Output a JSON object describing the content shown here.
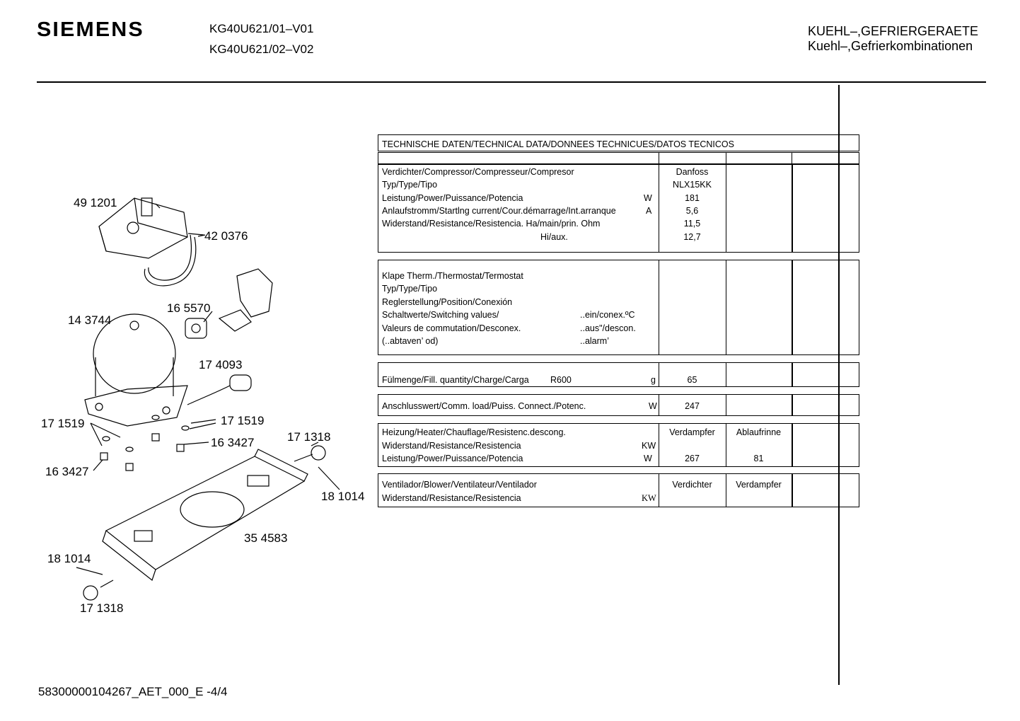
{
  "header": {
    "brand": "SIEMENS",
    "models": [
      "KG40U621/01–V01",
      "KG40U621/02–V02"
    ],
    "category_upper": "KUEHL–,GEFRIERGERAETE",
    "category_lower": "Kuehl–,Gefrierkombinationen"
  },
  "parts": {
    "p491201": "49 1201",
    "p420376": "42 0376",
    "p165570": "16 5570",
    "p143744": "14 3744",
    "p174093": "17 4093",
    "p171519a": "17 1519",
    "p171519b": "17 1519",
    "p163427a": "16 3427",
    "p163427b": "16 3427",
    "p171318a": "17 1318",
    "p181014a": "18 1014",
    "p354583": "35 4583",
    "p181014b": "18 1014",
    "p171318b": "17 1318"
  },
  "table": {
    "title": "TECHNISCHE DATEN/TECHNICAL DATA/DONNEES TECHNICUES/DATOS TECNICOS",
    "compressor": {
      "rows": [
        {
          "label": "Verdichter/Compressor/Compresseur/Compresor",
          "unit": "",
          "value": "Danfoss"
        },
        {
          "label": "Typ/Type/Tipo",
          "unit": "",
          "value": "NLX15KK"
        },
        {
          "label": "Leistung/Power/Puissance/Potencia",
          "unit": "W",
          "value": "181"
        },
        {
          "label": "Anlaufstromm/Startlng current/Cour.démarrage/Int.arranque",
          "unit": "A",
          "value": "5,6"
        },
        {
          "label": "Widerstand/Resistance/Resistencia. Ha/main/prin. Ohm",
          "unit": "",
          "value": "11,5"
        },
        {
          "label": "Hi/aux.",
          "unit": "",
          "value": "12,7"
        }
      ]
    },
    "thermostat": {
      "rows": [
        {
          "label": "Klape Therm./Thermostat/Termostat",
          "sub": ""
        },
        {
          "label": "Typ/Type/Tipo",
          "sub": ""
        },
        {
          "label": "Reglerstellung/Position/Conexión",
          "sub": ""
        },
        {
          "label": "Schaltwerte/Switching values/",
          "sub": "..ein/conex.ºC"
        },
        {
          "label": "Valeurs de commutation/Desconex.",
          "sub": "..aus\"/descon."
        },
        {
          "label": "(..abtaven’ od)",
          "sub": "..alarm’"
        }
      ]
    },
    "fill": {
      "label": "Fülmenge/Fill. quantity/Charge/Carga",
      "refrigerant": "R600",
      "unit": "g",
      "value": "65"
    },
    "load": {
      "label": "Anschlusswert/Comm. load/Puiss. Connect./Potenc.",
      "unit": "W",
      "value": "247"
    },
    "heater": {
      "label": "Heizung/Heater/Chauflage/Resistenc.descong.",
      "col1": "Verdampfer",
      "col2": "Ablaufrinne",
      "res_label": "Widerstand/Resistance/Resistencia",
      "res_unit": "KW",
      "pow_label": "Leistung/Power/Puissance/Potencia",
      "pow_unit": "W",
      "pow_val1": "267",
      "pow_val2": "81"
    },
    "fan": {
      "label": "Ventilador/Blower/Ventilateur/Ventilador",
      "col1": "Verdichter",
      "col2": "Verdampfer",
      "res_label": "Widerstand/Resistance/Resistencia",
      "res_unit": "KW"
    }
  },
  "footer": {
    "code": "58300000104267_AET_000_E -4/4"
  }
}
